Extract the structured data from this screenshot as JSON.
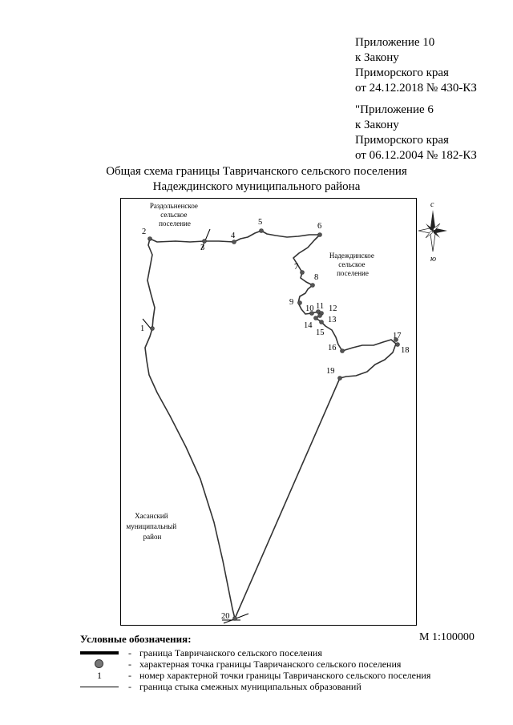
{
  "appendix_top": {
    "line1": "Приложение 10",
    "line2": "к Закону",
    "line3": "Приморского края",
    "line4": "от 24.12.2018 № 430-КЗ"
  },
  "appendix_bottom": {
    "line1": "\"Приложение 6",
    "line2": "к Закону",
    "line3": "Приморского края",
    "line4": "от 06.12.2004 № 182-КЗ"
  },
  "title": {
    "line1": "Общая схема границы Тавричанского сельского поселения",
    "line2": "Надеждинского муниципального района"
  },
  "map": {
    "regions": {
      "razdolnenskoe": [
        "Раздольненское",
        "сельское",
        "поселение"
      ],
      "nadezhdinskoe": [
        "Надеждинское",
        "сельское",
        "поселение"
      ],
      "khasanskiy": [
        "Хасанский",
        "муниципальный",
        "район"
      ]
    },
    "point_labels": [
      "1",
      "2",
      "3",
      "4",
      "5",
      "6",
      "7",
      "8",
      "9",
      "10",
      "11",
      "12",
      "13",
      "14",
      "15",
      "16",
      "17",
      "18",
      "19",
      "20"
    ],
    "compass": {
      "north": "с",
      "south": "ю"
    }
  },
  "legend": {
    "title": "Условные обозначения:",
    "dash": "-",
    "items": [
      "граница  Тавричанского сельского поселения",
      "характерная точка границы Тавричанского сельского поселения",
      "номер характерной точки границы  Тавричанского сельского поселения",
      "граница стыка смежных муниципальных образований"
    ],
    "number_sample": "1"
  },
  "scale": "М 1:100000",
  "colors": {
    "line": "#333333",
    "point": "#555555"
  }
}
